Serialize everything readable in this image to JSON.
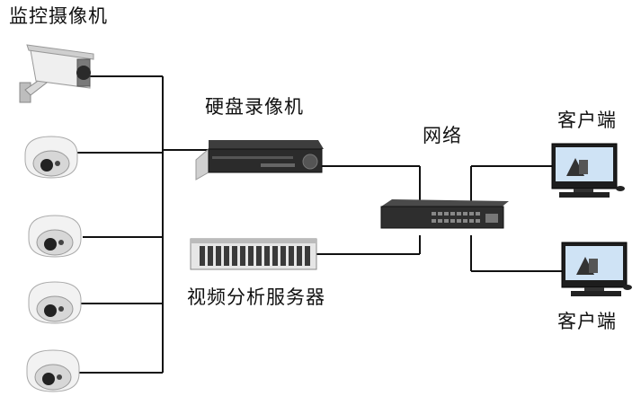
{
  "labels": {
    "cameras": "监控摄像机",
    "nvr": "硬盘录像机",
    "network": "网络",
    "client_top": "客户端",
    "analysis_server": "视频分析服务器",
    "client_bottom": "客户端"
  },
  "colors": {
    "line": "#111111",
    "device_dark": "#2b2b2b",
    "device_light": "#e9e9e9",
    "screen_blue": "#cfe3f5"
  }
}
